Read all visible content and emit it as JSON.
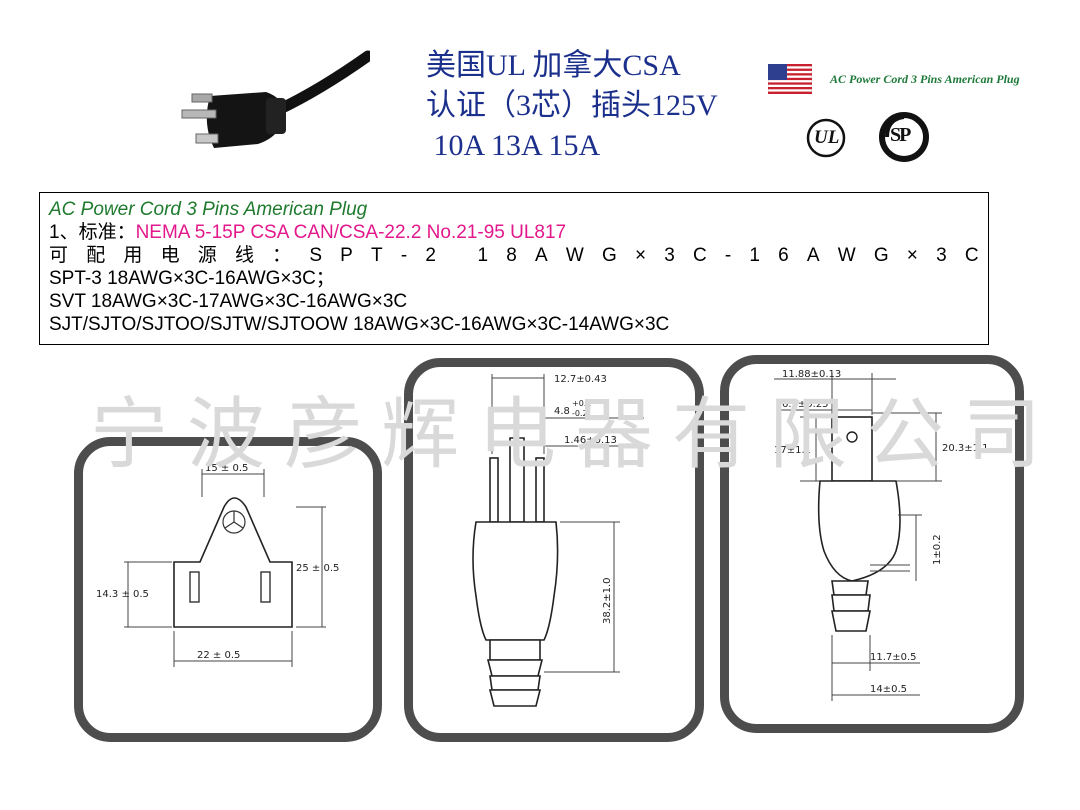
{
  "header": {
    "title_line1": "美国UL 加拿大CSA",
    "title_line2": "认证（3芯）插头125V",
    "title_line3": " 10A 13A 15A",
    "english_title": "AC Power Cord  3 Pins American Plug",
    "ul_mark": "UL",
    "csa_mark": "SP"
  },
  "spec": {
    "heading": "AC Power Cord  3 Pins American Plug",
    "standard_prefix": "1、标准：",
    "standard_value": "NEMA 5-15P CSA CAN/CSA-22.2 No.21-95 UL817",
    "cable_line_chars": [
      "可",
      "配",
      "用",
      "电",
      "源",
      "线",
      "：",
      "S",
      "P",
      "T",
      "-",
      "2",
      "",
      "1",
      "8",
      "A",
      "W",
      "G",
      "×",
      "3",
      "C",
      "-",
      "1",
      "6",
      "A",
      "W",
      "G",
      "×",
      "3",
      "C"
    ],
    "line_spt3": "SPT-3 18AWG×3C-16AWG×3C；",
    "line_svt": "SVT 18AWG×3C-17AWG×3C-16AWG×3C",
    "line_sjt": "SJT/SJTO/SJTOO/SJTW/SJTOOW 18AWG×3C-16AWG×3C-14AWG×3C"
  },
  "watermark": "宁波彦辉电器有限公司",
  "diagrams": {
    "socket": {
      "top_width": "15 ± 0.5",
      "height": "25 ± 0.5",
      "body_height": "14.3 ± 0.5",
      "bottom_width": "22 ± 0.5"
    },
    "plug_front": {
      "top_width": "12.7±0.43",
      "prong_length_a": "4.8",
      "prong_tol_a": "+0.1",
      "prong_tol_b": "-0.2",
      "prong_width": "1.46±0.13",
      "total_length": "38.2±1.0"
    },
    "plug_side": {
      "top_width": "11.88±0.13",
      "pin_width": "6.3±0.25",
      "pin_height": "17±1.1",
      "total_height": "20.3±1.1",
      "bend": "1±0.2",
      "neck_width": "11.7±0.5",
      "base_width": "14±0.5"
    }
  },
  "colors": {
    "title_blue": "#1b2f8c",
    "spec_green": "#1f7a2e",
    "standard_pink": "#e2188c",
    "english_title_green": "#1e7a3a",
    "panel_frame": "#4d4d4d"
  }
}
